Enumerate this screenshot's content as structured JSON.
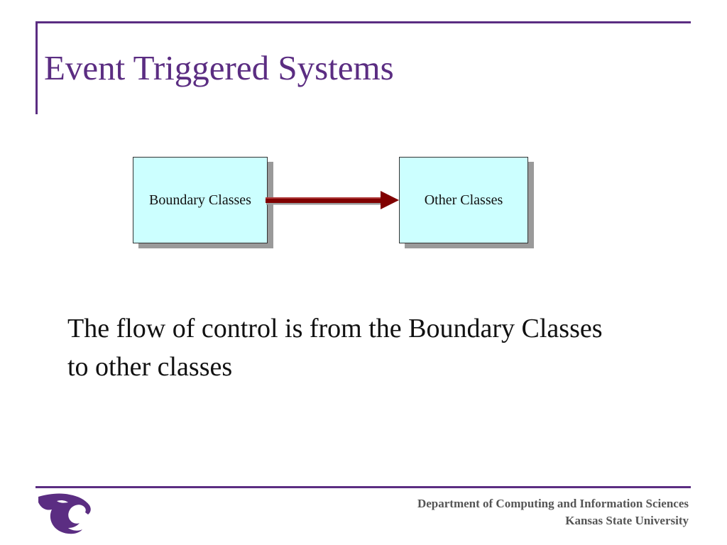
{
  "slide": {
    "title": "Event Triggered Systems",
    "body_text": "The flow of control is from the Boundary Classes to other classes"
  },
  "diagram": {
    "source_box_label": "Boundary Classes",
    "target_box_label": "Other Classes",
    "box_fill": "#ccffff",
    "arrow_color": "#800000"
  },
  "footer": {
    "line1": "Department of Computing and Information Sciences",
    "line2": "Kansas State University",
    "logo_icon": "wildcat-logo-icon"
  },
  "theme": {
    "accent": "#5b2d82"
  }
}
